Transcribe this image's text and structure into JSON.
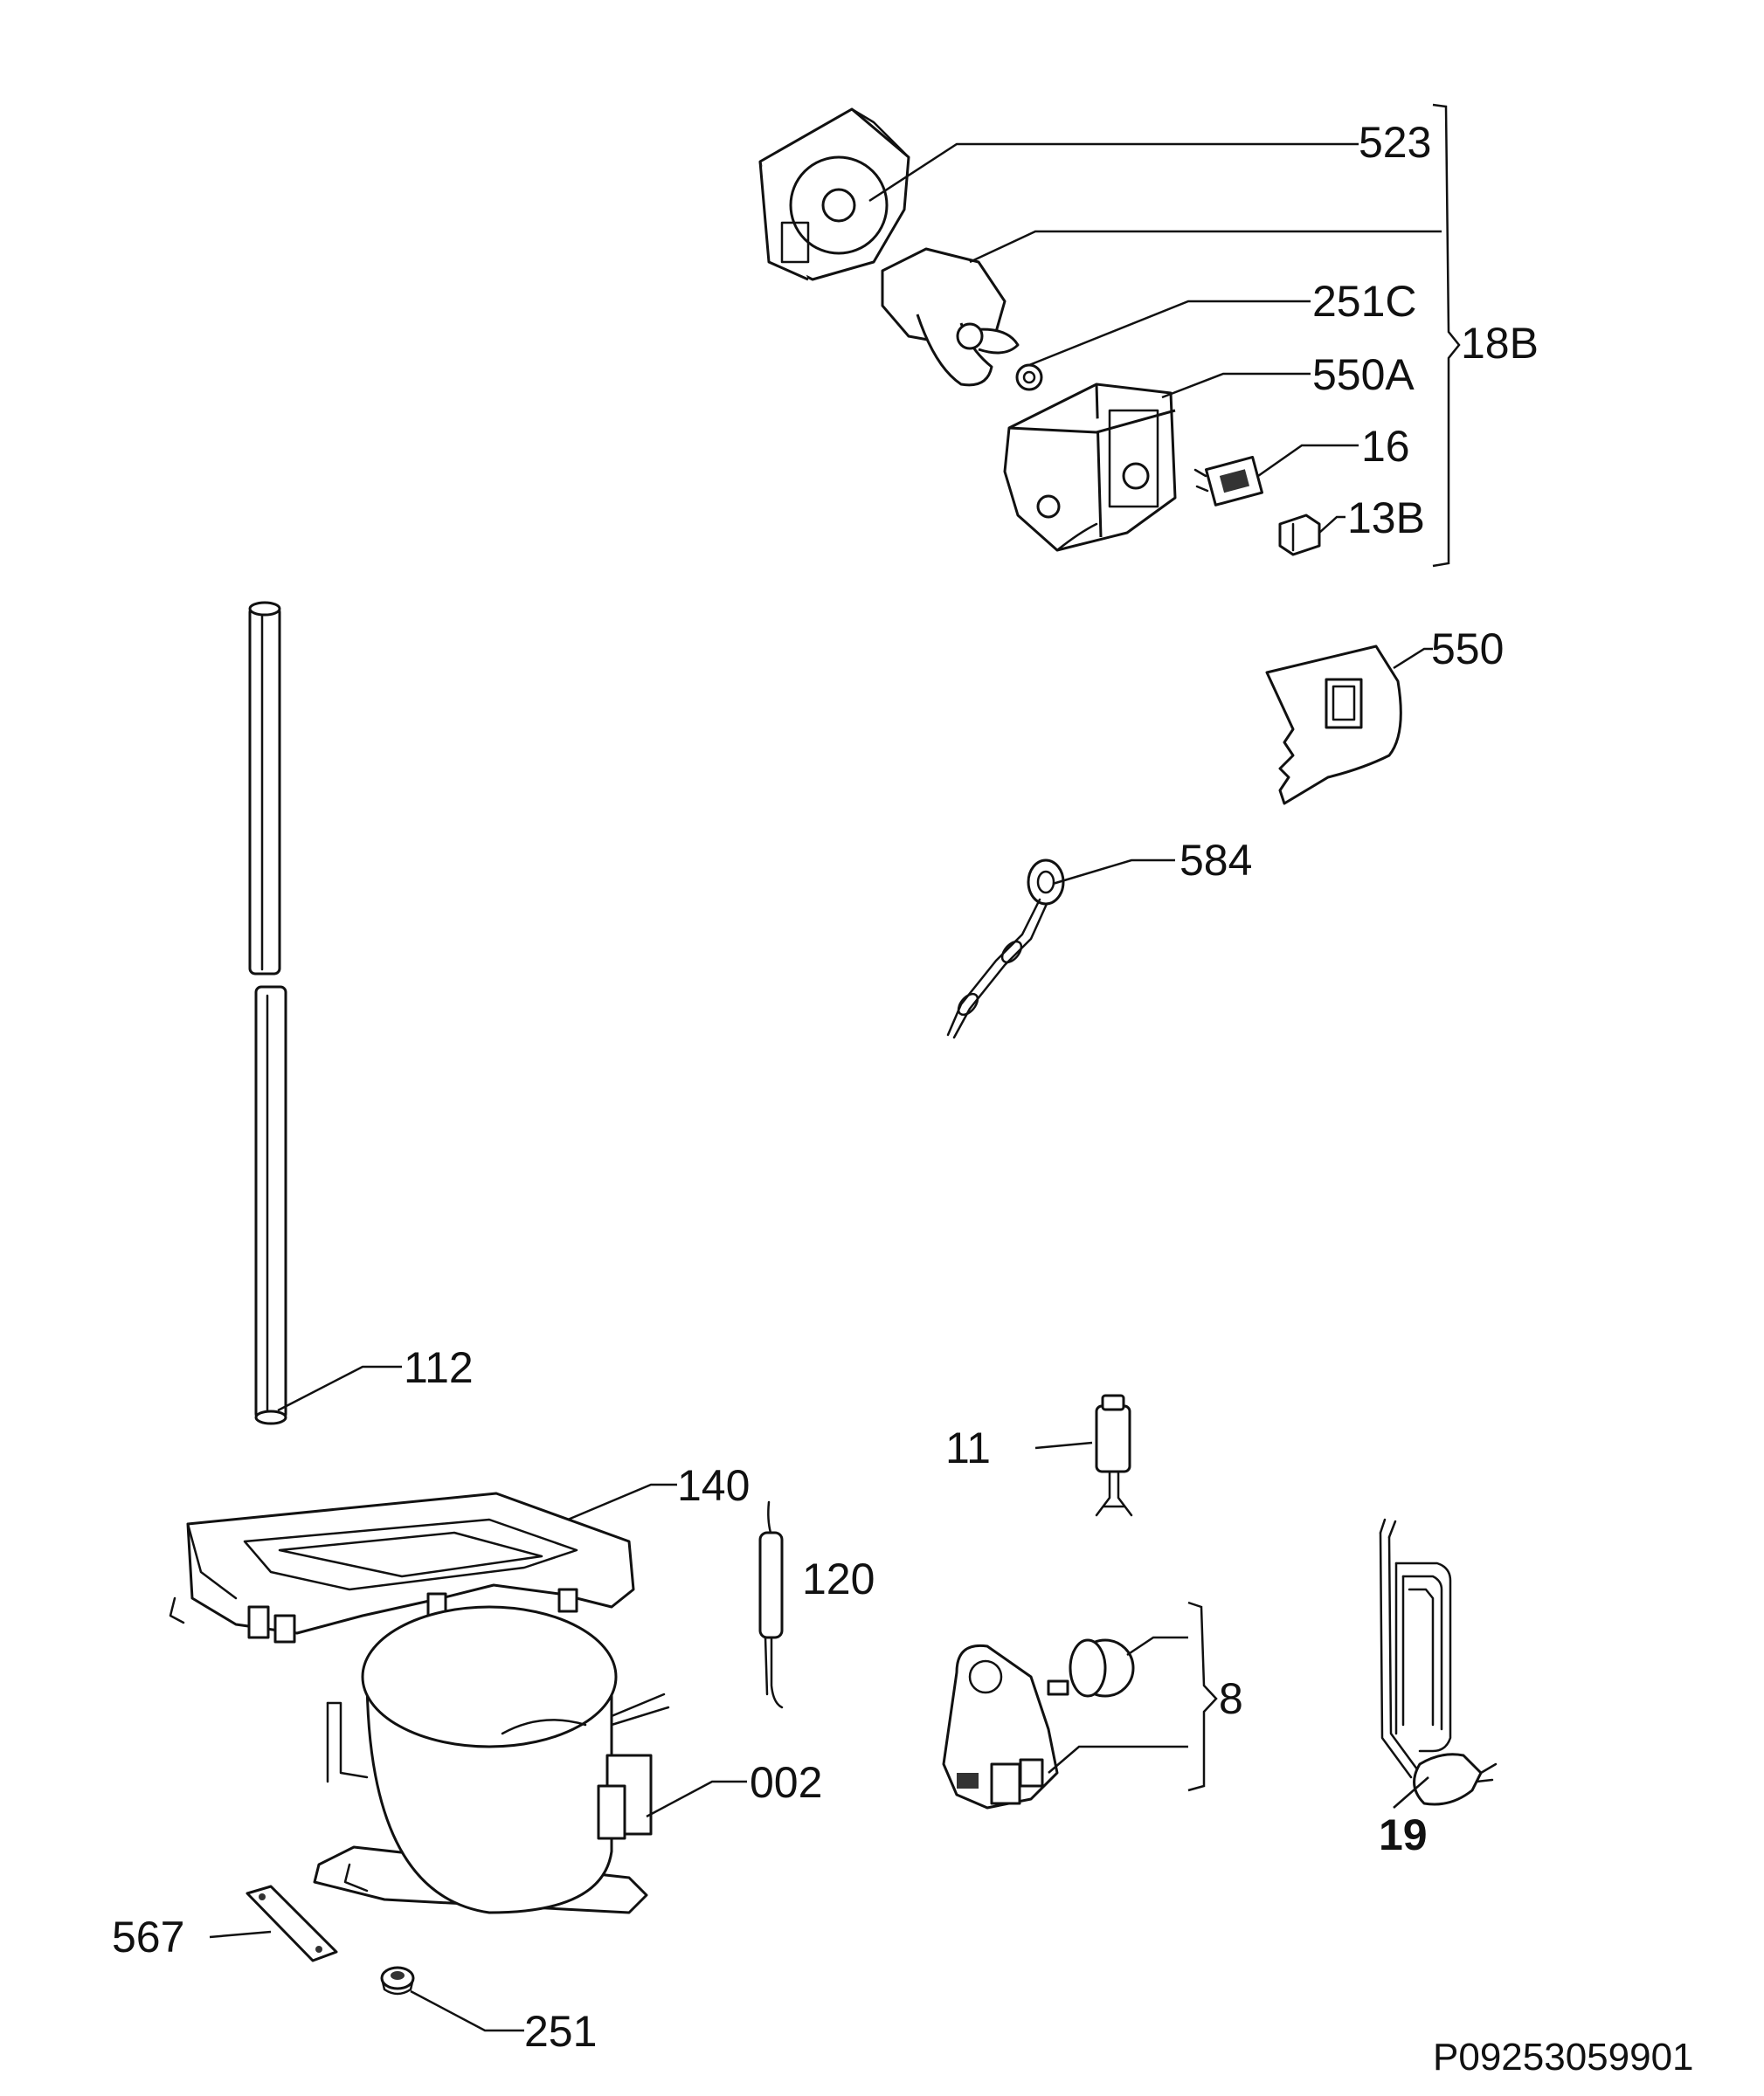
{
  "labels": {
    "p523": "523",
    "p251c": "251C",
    "p550a": "550A",
    "p16": "16",
    "p13b": "13B",
    "p18b": "18B",
    "p550": "550",
    "p584": "584",
    "p112": "112",
    "p140": "140",
    "p11": "11",
    "p120": "120",
    "p8": "8",
    "p002": "002",
    "p19": "19",
    "p567": "567",
    "p251": "251"
  },
  "drawing_code": "P09253059901"
}
